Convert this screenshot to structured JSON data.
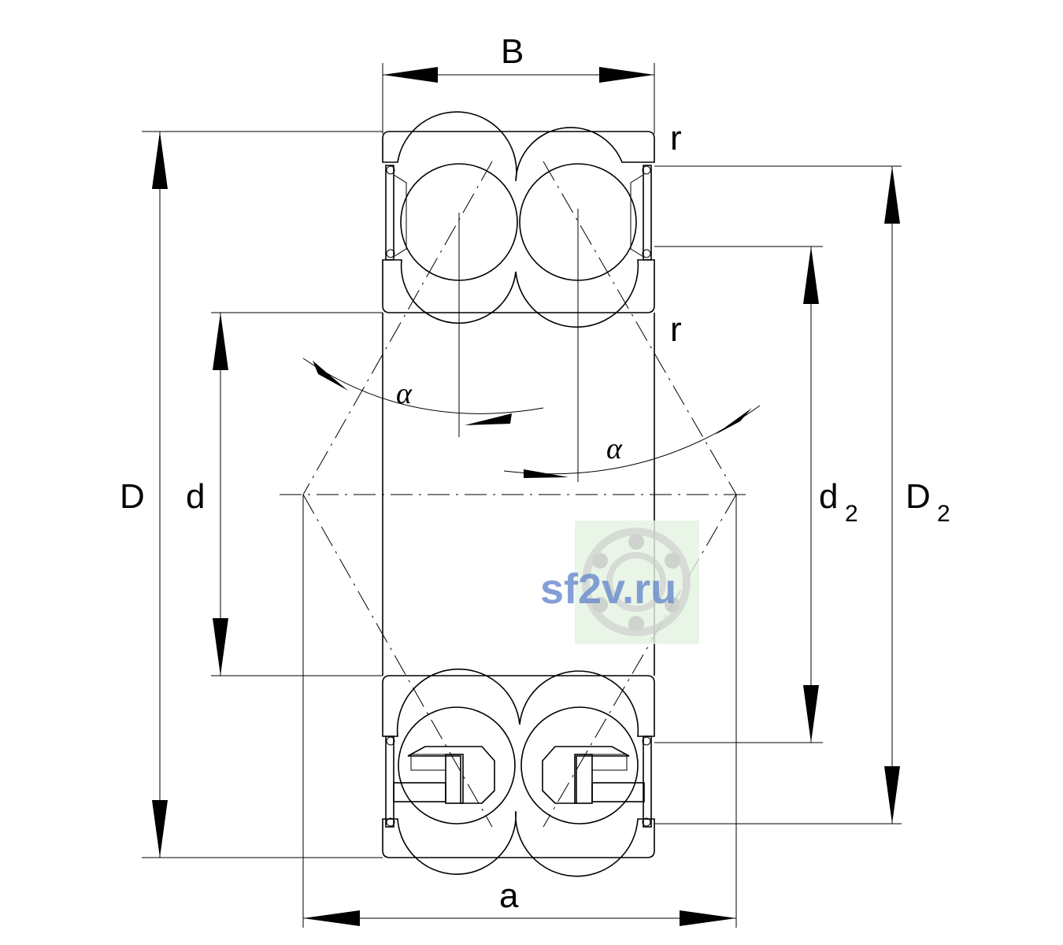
{
  "labels": {
    "width": "B",
    "outer_diameter": "D",
    "bore_diameter": "d",
    "inner_ring_shoulder": "d",
    "inner_ring_shoulder_sub": "2",
    "outer_ring_shoulder": "D",
    "outer_ring_shoulder_sub": "2",
    "pressure_center_distance": "a",
    "chamfer_top": "r",
    "chamfer_bore": "r",
    "contact_angle_left": "α",
    "contact_angle_right": "α"
  },
  "watermark": {
    "text": "sf2v.ru",
    "text_color": "#6f8fcf",
    "badge_color": "#e4f2e1",
    "icon": "bearing-logo-icon"
  }
}
